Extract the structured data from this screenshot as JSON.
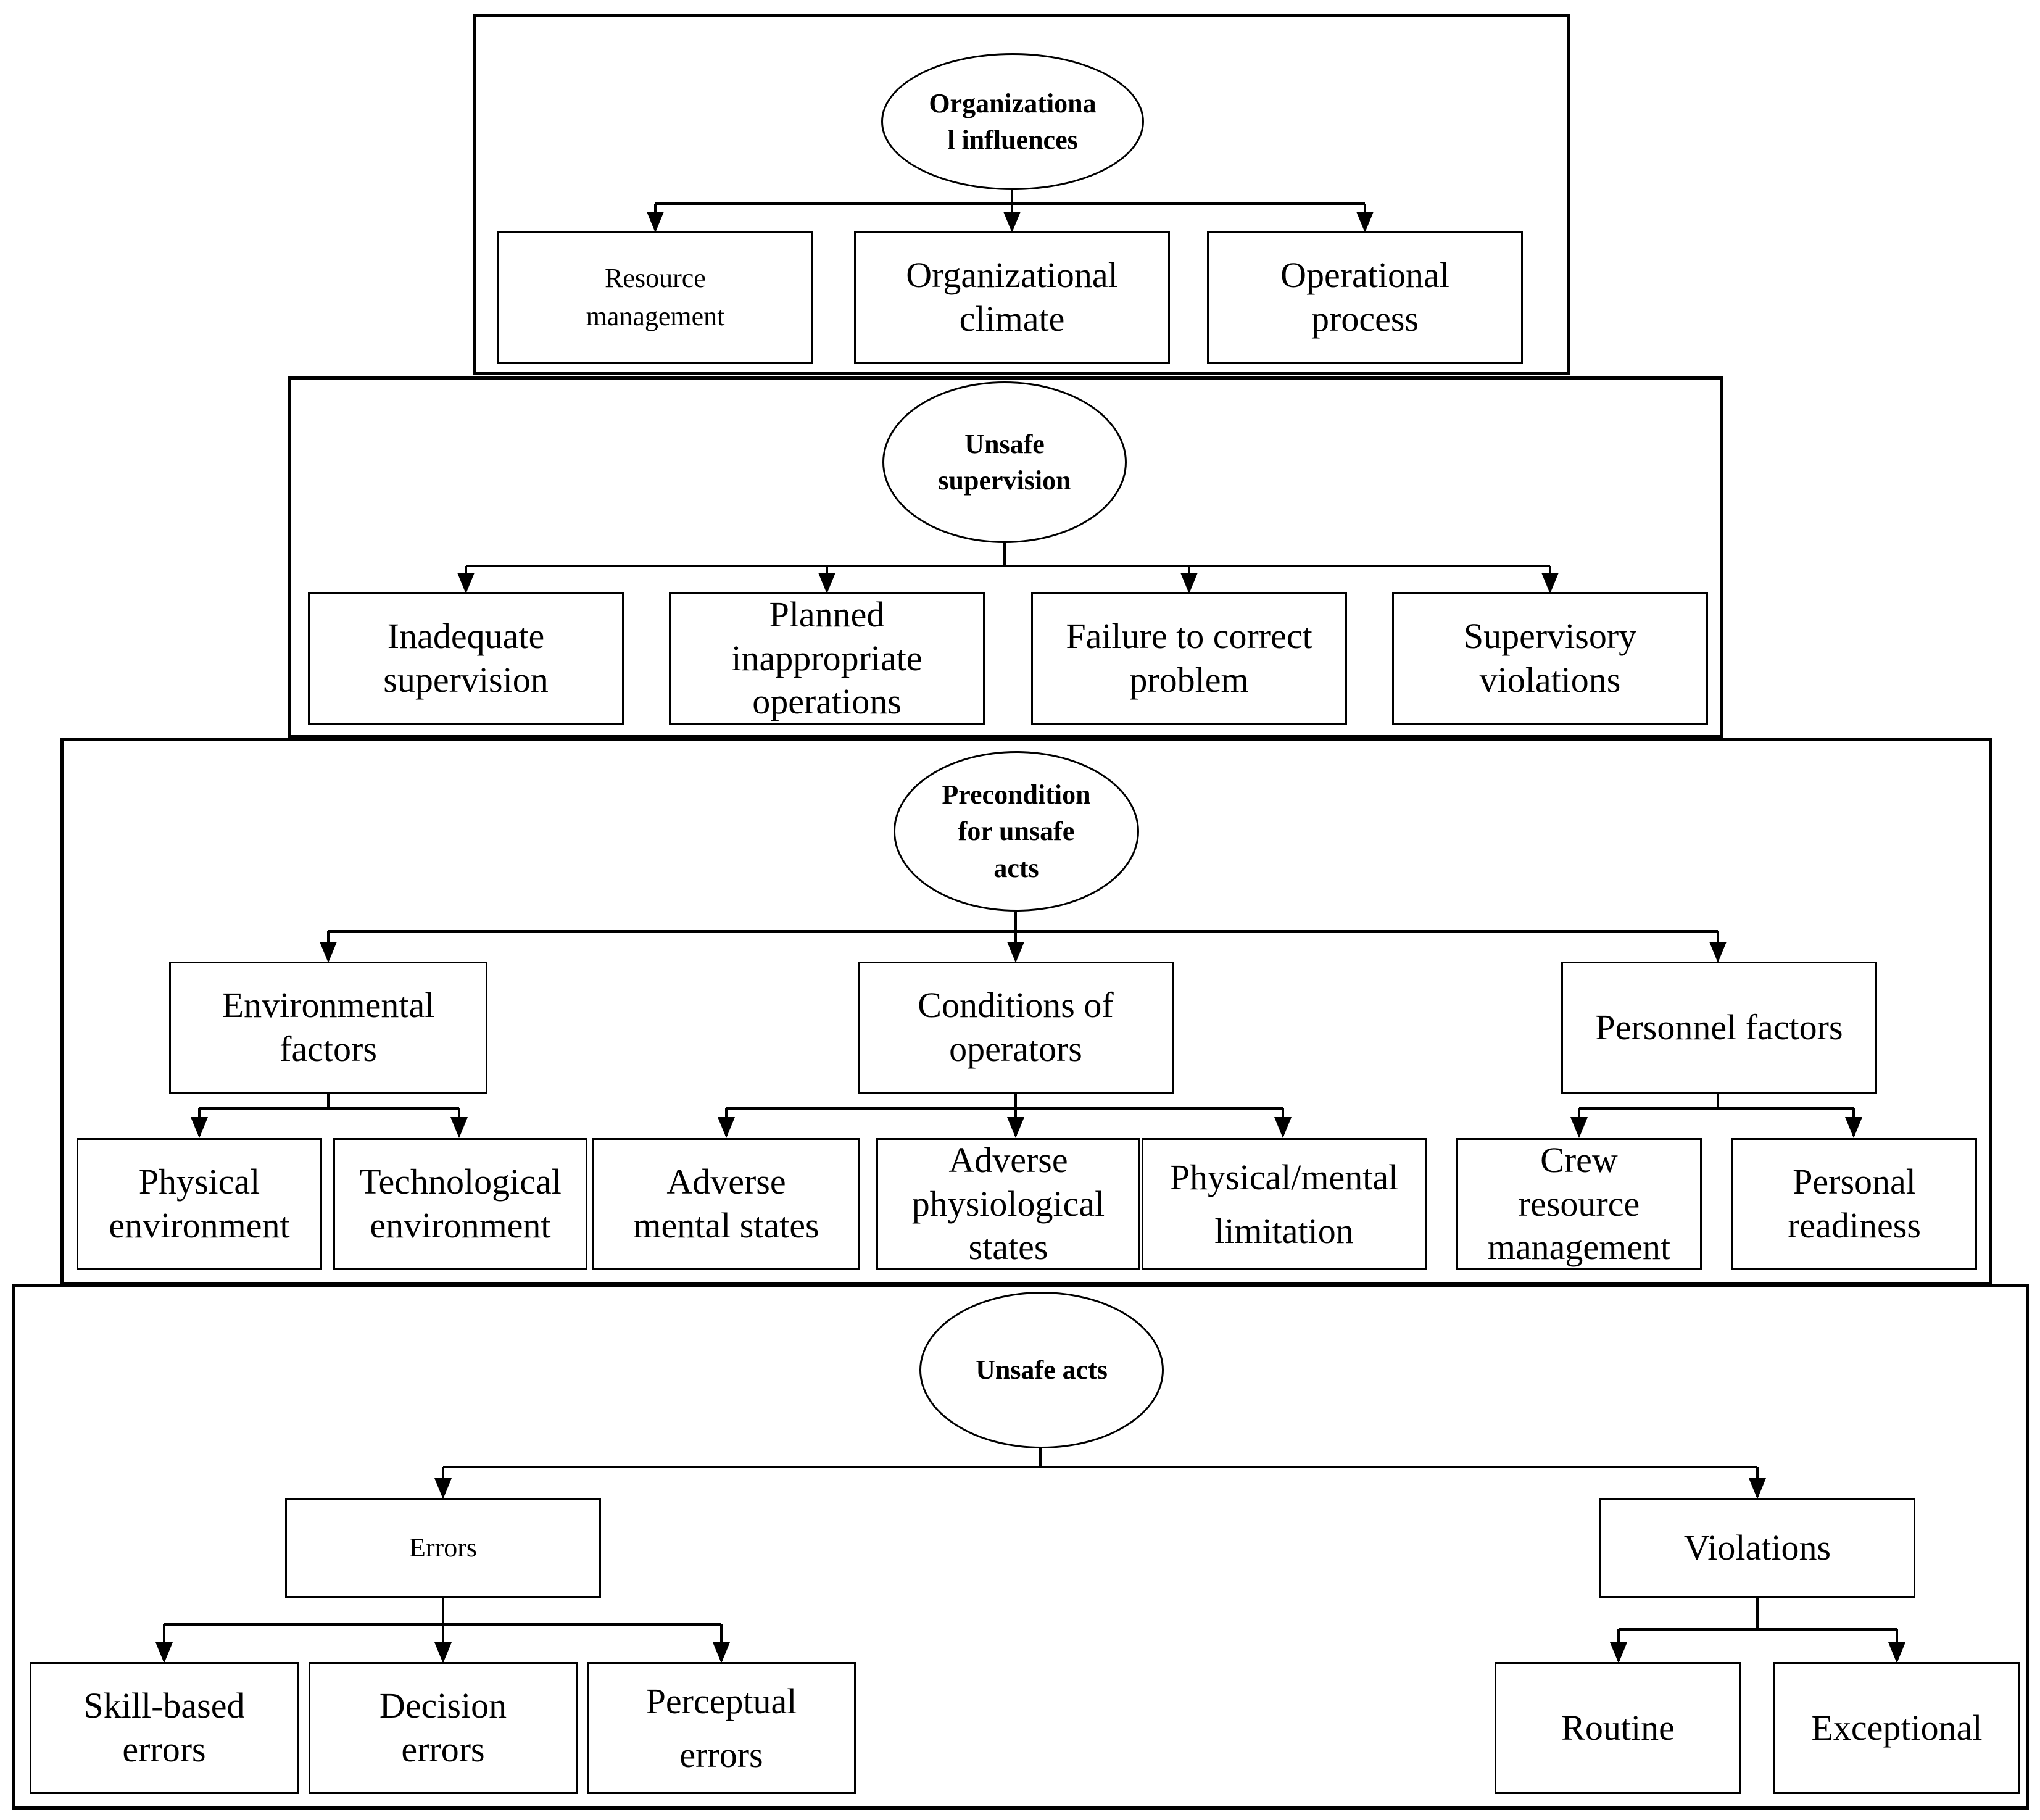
{
  "levels": {
    "organizational": {
      "title": "Organizationa\nl influences",
      "children": [
        "Resource\nmanagement",
        "Organizational\nclimate",
        "Operational\nprocess"
      ]
    },
    "supervision": {
      "title": "Unsafe\nsupervision",
      "children": [
        "Inadequate\nsupervision",
        "Planned\ninappropriate\noperations",
        "Failure to correct\nproblem",
        "Supervisory\nviolations"
      ]
    },
    "precondition": {
      "title": "Precondition\nfor unsafe\nacts",
      "groups": [
        {
          "label": "Environmental\nfactors",
          "children": [
            "Physical\nenvironment",
            "Technological\nenvironment"
          ]
        },
        {
          "label": "Conditions of\noperators",
          "children": [
            "Adverse\nmental states",
            "Adverse\nphysiological\nstates",
            "Physical/mental\nlimitation"
          ]
        },
        {
          "label": "Personnel factors",
          "children": [
            "Crew\nresource\nmanagement",
            "Personal\nreadiness"
          ]
        }
      ]
    },
    "unsafe_acts": {
      "title": "Unsafe acts",
      "groups": [
        {
          "label": "Errors",
          "children": [
            "Skill-based\nerrors",
            "Decision\nerrors",
            "Perceptual\nerrors"
          ]
        },
        {
          "label": "Violations",
          "children": [
            "Routine",
            "Exceptional"
          ]
        }
      ]
    }
  }
}
